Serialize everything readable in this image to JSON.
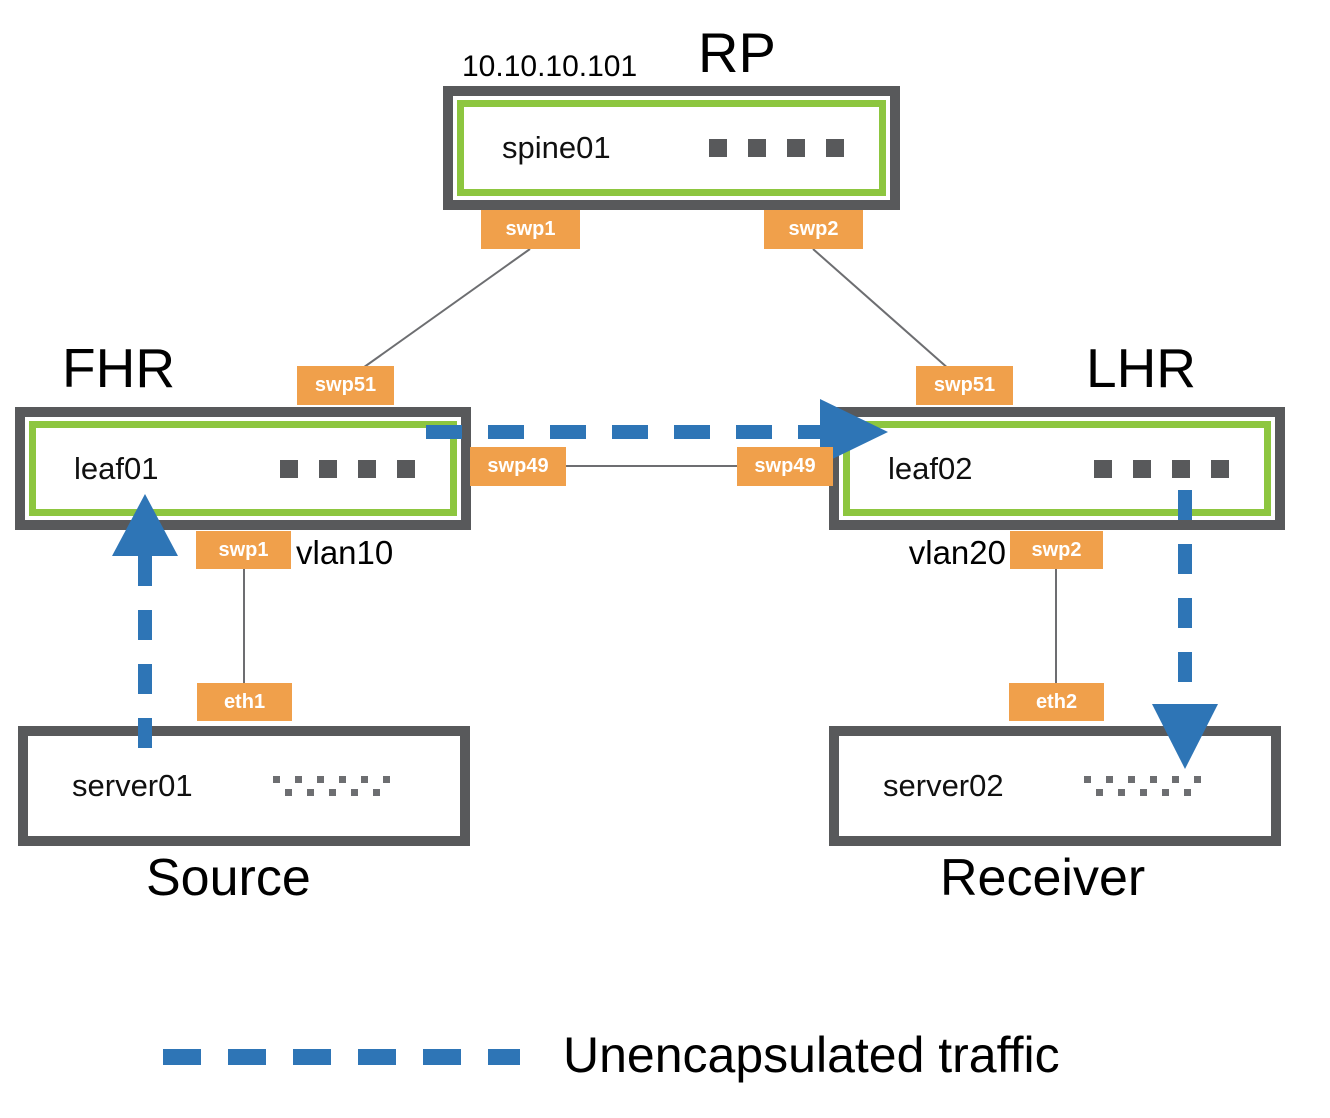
{
  "diagram": {
    "rp": {
      "title": "RP",
      "ip": "10.10.10.101"
    },
    "roles": {
      "fhr": "FHR",
      "lhr": "LHR",
      "source": "Source",
      "receiver": "Receiver"
    },
    "nodes": {
      "spine01": {
        "name": "spine01"
      },
      "leaf01": {
        "name": "leaf01"
      },
      "leaf02": {
        "name": "leaf02"
      },
      "server01": {
        "name": "server01"
      },
      "server02": {
        "name": "server02"
      }
    },
    "ports": {
      "spine01_swp1": "swp1",
      "spine01_swp2": "swp2",
      "leaf01_swp51": "swp51",
      "leaf01_swp49": "swp49",
      "leaf01_swp1": "swp1",
      "leaf02_swp51": "swp51",
      "leaf02_swp49": "swp49",
      "leaf02_swp2": "swp2",
      "server01_eth1": "eth1",
      "server02_eth2": "eth2"
    },
    "vlans": {
      "vlan10": "vlan10",
      "vlan20": "vlan20"
    },
    "legend": {
      "unencapsulated_traffic": "Unencapsulated traffic"
    },
    "colors": {
      "traffic_blue": "#2E75B6",
      "port_orange": "#F0A04B",
      "switch_green": "#8DC63F",
      "frame_gray": "#58595B"
    }
  }
}
